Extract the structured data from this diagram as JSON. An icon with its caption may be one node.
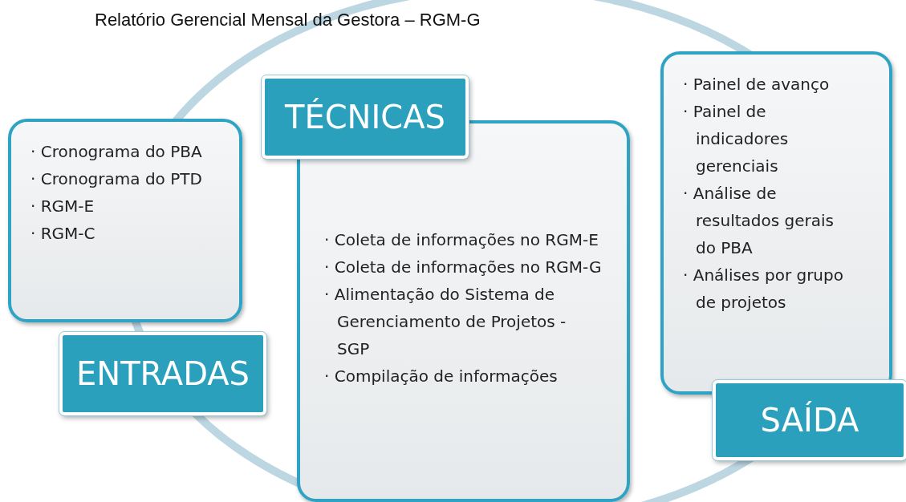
{
  "diagram": {
    "title": "Relatório Gerencial Mensal da Gestora – RGM-G",
    "nodes": [
      {
        "text": [
          "· Cronograma do PBA",
          "· Cronograma do PTD",
          "· RGM-E",
          "· RGM-C"
        ]
      },
      {
        "text": [
          "ENTRADAS"
        ]
      },
      {
        "text": [
          "TÉCNICAS"
        ]
      },
      {
        "text": [
          "· Coleta de informações no RGM-E",
          "· Coleta de informações no RGM-G",
          "· Alimentação do Sistema de Gerenciamento de Projetos - SGP",
          "· Compilação de informações"
        ]
      },
      {
        "text": [
          "· Painel de avanço",
          "· Painel de indicadores gerenciais",
          "· Análise de resultados gerais do PBA",
          "· Análises por grupo de projetos"
        ]
      },
      {
        "text": [
          "SAÍDA"
        ]
      }
    ],
    "edges": []
  }
}
